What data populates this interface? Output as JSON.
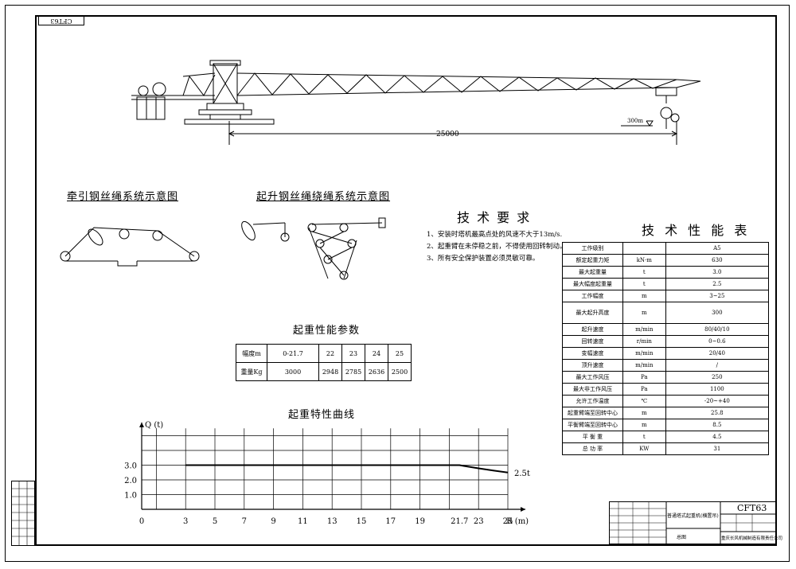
{
  "corner_tag": "CFT63",
  "main_drawing": {
    "dimension_label": "25000",
    "height_label": "300m"
  },
  "schematics": {
    "traction_title": "牵引钢丝绳系统示意图",
    "hoist_title": "起升钢丝绳绕绳系统示意图"
  },
  "requirements": {
    "title": "技 术 要 求",
    "items": [
      "1、安装时塔机最高点处的风速不大于13m/s.",
      "2、起重臂在未停稳之前，不得使用回转制动。",
      "3、所有安全保护装置必须灵敏可靠。"
    ]
  },
  "spec_table": {
    "title": "技 术 性 能 表",
    "rows": [
      [
        "工作级别",
        "",
        "A5"
      ],
      [
        "额定起重力矩",
        "kN·m",
        "630"
      ],
      [
        "最大起重量",
        "t",
        "3.0"
      ],
      [
        "最大幅度起重量",
        "t",
        "2.5"
      ],
      [
        "工作幅度",
        "m",
        "3~25"
      ],
      [
        "最大起升高度",
        "m",
        "300"
      ],
      [
        "起升速度",
        "m/min",
        "80/40/10"
      ],
      [
        "回转速度",
        "r/min",
        "0~0.6"
      ],
      [
        "变幅速度",
        "m/min",
        "20/40"
      ],
      [
        "顶升速度",
        "m/min",
        "/"
      ],
      [
        "最大工作风压",
        "Pa",
        "250"
      ],
      [
        "最大非工作风压",
        "Pa",
        "1100"
      ],
      [
        "允许工作温度",
        "℃",
        "-20~+40"
      ],
      [
        "起重臂端至回转中心",
        "m",
        "25.8"
      ],
      [
        "平衡臂端至回转中心",
        "m",
        "8.5"
      ],
      [
        "平 衡 重",
        "t",
        "4.5"
      ],
      [
        "总 功 率",
        "KW",
        "31"
      ]
    ]
  },
  "load_table": {
    "title": "起重性能参数",
    "header": [
      "幅度m",
      "0-21.7",
      "22",
      "23",
      "24",
      "25"
    ],
    "row": [
      "重量Kg",
      "3000",
      "2948",
      "2785",
      "2636",
      "2500"
    ]
  },
  "chart_data": {
    "type": "line",
    "title": "起重特性曲线",
    "ylabel": "Q (t)",
    "xlabel": "R (m)",
    "x_ticks": [
      "0",
      "3",
      "5",
      "7",
      "9",
      "11",
      "13",
      "15",
      "17",
      "19",
      "21.7",
      "23",
      "25"
    ],
    "y_ticks": [
      "1.0",
      "2.0",
      "3.0"
    ],
    "grid": true,
    "series": [
      {
        "x": [
          3,
          21.7,
          22,
          23,
          24,
          25
        ],
        "y": [
          3.0,
          3.0,
          2.948,
          2.785,
          2.636,
          2.5
        ]
      }
    ],
    "end_label": "2.5t"
  },
  "title_block": {
    "product_name": "普通塔式起重机(横置吊)",
    "model_code": "CFT63",
    "drawing_name": "总图",
    "company": "重庆长风机械制造有限责任公司"
  }
}
